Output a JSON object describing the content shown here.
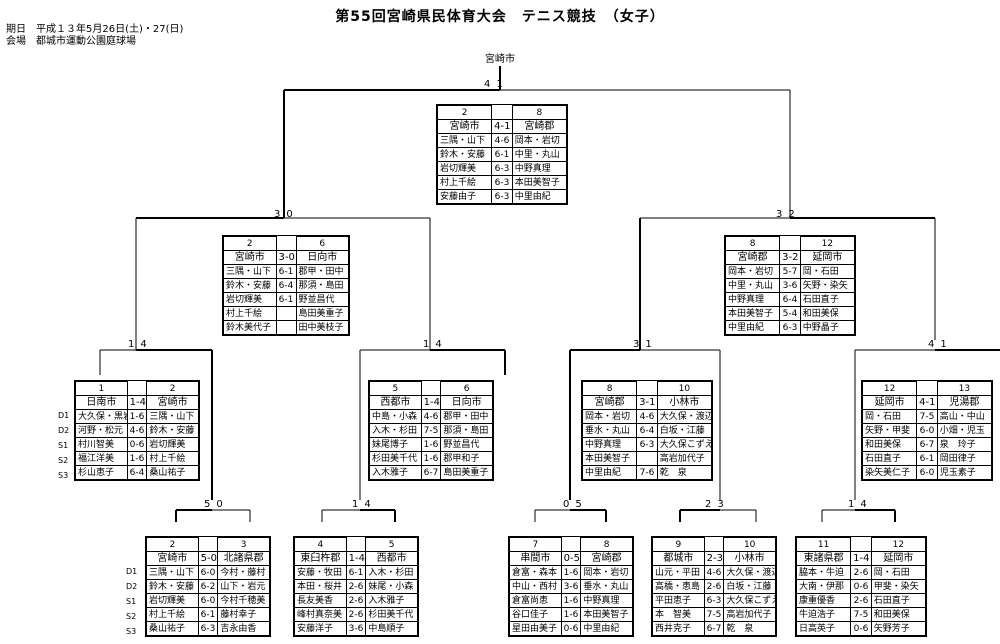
{
  "header": {
    "title": "第55回宮崎県民体育大会　テニス競技　（女子）",
    "date": "期日　平成１３年5月26日(土)・27(日)",
    "venue": "会場　都城市運動公園庭球場",
    "champion": "宮崎市"
  },
  "row_labels": [
    "D1",
    "D2",
    "S1",
    "S2",
    "S3"
  ],
  "matches": {
    "final": {
      "num_left": "2",
      "num_right": "8",
      "team_left": "宮崎市",
      "result": "4-1",
      "team_right": "宮崎郡",
      "rows": [
        [
          "三隅・山下",
          "4-6",
          "岡本・岩切"
        ],
        [
          "鈴木・安藤",
          "6-1",
          "中里・丸山"
        ],
        [
          "岩切輝美",
          "6-3",
          "中野真理"
        ],
        [
          "村上千絵",
          "6-3",
          "本田美智子"
        ],
        [
          "安藤由子",
          "6-3",
          "中里由紀"
        ]
      ],
      "score_left": "4",
      "score_right": "1"
    },
    "semi_left": {
      "num_left": "2",
      "num_right": "6",
      "team_left": "宮崎市",
      "result": "3-0",
      "team_right": "日向市",
      "rows": [
        [
          "三隅・山下",
          "6-1",
          "郡甲・田中"
        ],
        [
          "鈴木・安藤",
          "6-4",
          "那須・島田"
        ],
        [
          "岩切輝美",
          "6-1",
          "野並昌代"
        ],
        [
          "村上千絵",
          "",
          "島田美重子"
        ],
        [
          "鈴木美代子",
          "",
          "田中美枝子"
        ]
      ],
      "score_left": "3",
      "score_right": "0"
    },
    "semi_right": {
      "num_left": "8",
      "num_right": "12",
      "team_left": "宮崎郡",
      "result": "3-2",
      "team_right": "延岡市",
      "rows": [
        [
          "岡本・岩切",
          "5-7",
          "岡・石田"
        ],
        [
          "中里・丸山",
          "3-6",
          "矢野・染矢"
        ],
        [
          "中野真理",
          "6-4",
          "石田直子"
        ],
        [
          "本田美智子",
          "5-4",
          "和田美保"
        ],
        [
          "中里由紀",
          "6-3",
          "中野晶子"
        ]
      ],
      "score_left": "3",
      "score_right": "2"
    },
    "q1": {
      "num_left": "1",
      "num_right": "2",
      "team_left": "日南市",
      "result": "1-4",
      "team_right": "宮崎市",
      "rows": [
        [
          "大久保・黒岩",
          "1-6",
          "三隅・山下"
        ],
        [
          "河野・松元",
          "4-6",
          "鈴木・安藤"
        ],
        [
          "村川智美",
          "0-6",
          "岩切輝美"
        ],
        [
          "福江洋美",
          "1-6",
          "村上千絵"
        ],
        [
          "杉山恵子",
          "6-4",
          "桑山祐子"
        ]
      ],
      "score_left": "1",
      "score_right": "4"
    },
    "q2": {
      "num_left": "5",
      "num_right": "6",
      "team_left": "西都市",
      "result": "1-4",
      "team_right": "日向市",
      "rows": [
        [
          "中島・小森",
          "4-6",
          "郡甲・田中"
        ],
        [
          "入木・杉田",
          "7-5",
          "那須・島田"
        ],
        [
          "妹尾博子",
          "1-6",
          "野並昌代"
        ],
        [
          "杉田美千代",
          "1-6",
          "郡甲和子"
        ],
        [
          "入木雅子",
          "6-7",
          "島田美重子"
        ]
      ],
      "score_left": "1",
      "score_right": "4"
    },
    "q3": {
      "num_left": "8",
      "num_right": "10",
      "team_left": "宮崎郡",
      "result": "3-1",
      "team_right": "小林市",
      "rows": [
        [
          "岡本・岩切",
          "4-6",
          "大久保・渡辺"
        ],
        [
          "垂水・丸山",
          "6-4",
          "白坂・江藤"
        ],
        [
          "中野真理",
          "6-3",
          "大久保こずえ"
        ],
        [
          "本田美智子",
          "",
          "高岩加代子"
        ],
        [
          "中里由紀",
          "7-6",
          "乾　泉"
        ]
      ],
      "score_left": "3",
      "score_right": "1"
    },
    "q4": {
      "num_left": "12",
      "num_right": "13",
      "team_left": "延岡市",
      "result": "4-1",
      "team_right": "児湯郡",
      "rows": [
        [
          "岡・石田",
          "7-5",
          "高山・中山"
        ],
        [
          "矢野・甲斐",
          "6-0",
          "小畑・児玉"
        ],
        [
          "和田美保",
          "6-7",
          "泉　玲子"
        ],
        [
          "石田直子",
          "6-1",
          "岡田律子"
        ],
        [
          "染矢美仁子",
          "6-0",
          "児玉素子"
        ]
      ],
      "score_left": "4",
      "score_right": "1"
    },
    "r1": {
      "num_left": "2",
      "num_right": "3",
      "team_left": "宮崎市",
      "result": "5-0",
      "team_right": "北諸県郡",
      "rows": [
        [
          "三隅・山下",
          "6-0",
          "今村・藤村"
        ],
        [
          "鈴木・安藤",
          "6-2",
          "山下・岩元"
        ],
        [
          "岩切輝美",
          "6-0",
          "今村千穂美"
        ],
        [
          "村上千絵",
          "6-1",
          "藤村幸子"
        ],
        [
          "桑山祐子",
          "6-3",
          "吉永由香"
        ]
      ],
      "score_left": "5",
      "score_right": "0"
    },
    "r2": {
      "num_left": "4",
      "num_right": "5",
      "team_left": "東臼杵郡",
      "result": "1-4",
      "team_right": "西都市",
      "rows": [
        [
          "安藤・牧田",
          "6-1",
          "入木・杉田"
        ],
        [
          "本田・桜井",
          "2-6",
          "妹尾・小森"
        ],
        [
          "長友美香",
          "2-6",
          "入木雅子"
        ],
        [
          "峰村真奈美",
          "2-6",
          "杉田美千代"
        ],
        [
          "安藤洋子",
          "3-6",
          "中島順子"
        ]
      ],
      "score_left": "1",
      "score_right": "4"
    },
    "r3": {
      "num_left": "7",
      "num_right": "8",
      "team_left": "串間市",
      "result": "0-5",
      "team_right": "宮崎郡",
      "rows": [
        [
          "倉富・森本",
          "1-6",
          "岡本・岩切"
        ],
        [
          "中山・西村",
          "3-6",
          "垂水・丸山"
        ],
        [
          "倉富尚恵",
          "1-6",
          "中野真理"
        ],
        [
          "谷口佳子",
          "1-6",
          "本田美智子"
        ],
        [
          "星田由美子",
          "0-6",
          "中里由紀"
        ]
      ],
      "score_left": "0",
      "score_right": "5"
    },
    "r4": {
      "num_left": "9",
      "num_right": "10",
      "team_left": "都城市",
      "result": "2-3",
      "team_right": "小林市",
      "rows": [
        [
          "山元・平田",
          "4-6",
          "大久保・渡辺"
        ],
        [
          "高橋・恵島",
          "2-6",
          "白坂・江藤"
        ],
        [
          "平田恵子",
          "6-3",
          "大久保こずえ"
        ],
        [
          "本　智美",
          "7-5",
          "高岩加代子"
        ],
        [
          "西井克子",
          "6-7",
          "乾　泉"
        ]
      ],
      "score_left": "2",
      "score_right": "3"
    },
    "r5": {
      "num_left": "11",
      "num_right": "12",
      "team_left": "東諸県郡",
      "result": "1-4",
      "team_right": "延岡市",
      "rows": [
        [
          "脇本・牛迫",
          "2-6",
          "岡・石田"
        ],
        [
          "大南・伊那",
          "0-6",
          "甲斐・染矢"
        ],
        [
          "康重優香",
          "2-6",
          "石田直子"
        ],
        [
          "牛迫浩子",
          "7-5",
          "和田美保"
        ],
        [
          "日高英子",
          "0-6",
          "矢野芳子"
        ]
      ],
      "score_left": "1",
      "score_right": "4"
    }
  }
}
